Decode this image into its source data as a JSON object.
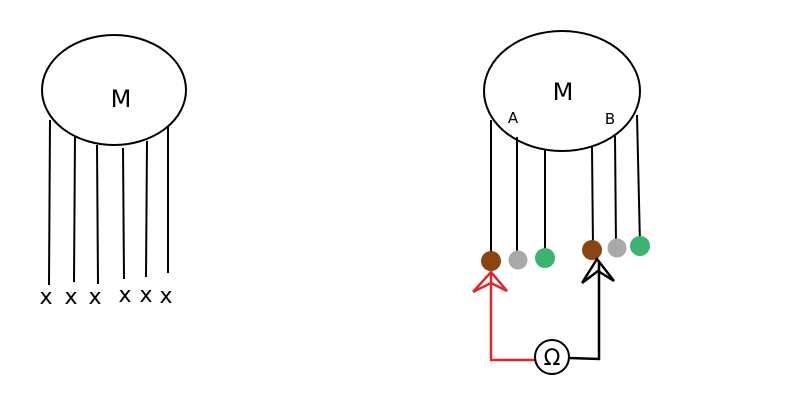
{
  "left_motor": {
    "label": "M",
    "terminals": [
      "x",
      "x",
      "x",
      "x",
      "x",
      "x"
    ]
  },
  "right_motor": {
    "label": "M",
    "label_a": "A",
    "label_b": "B"
  },
  "ohmmeter": {
    "symbol": "Ω"
  },
  "colors": {
    "brown": "#8b4513",
    "gray": "#a9a9a9",
    "green": "#3cb371",
    "red": "#e0262f",
    "line": "#000000"
  }
}
